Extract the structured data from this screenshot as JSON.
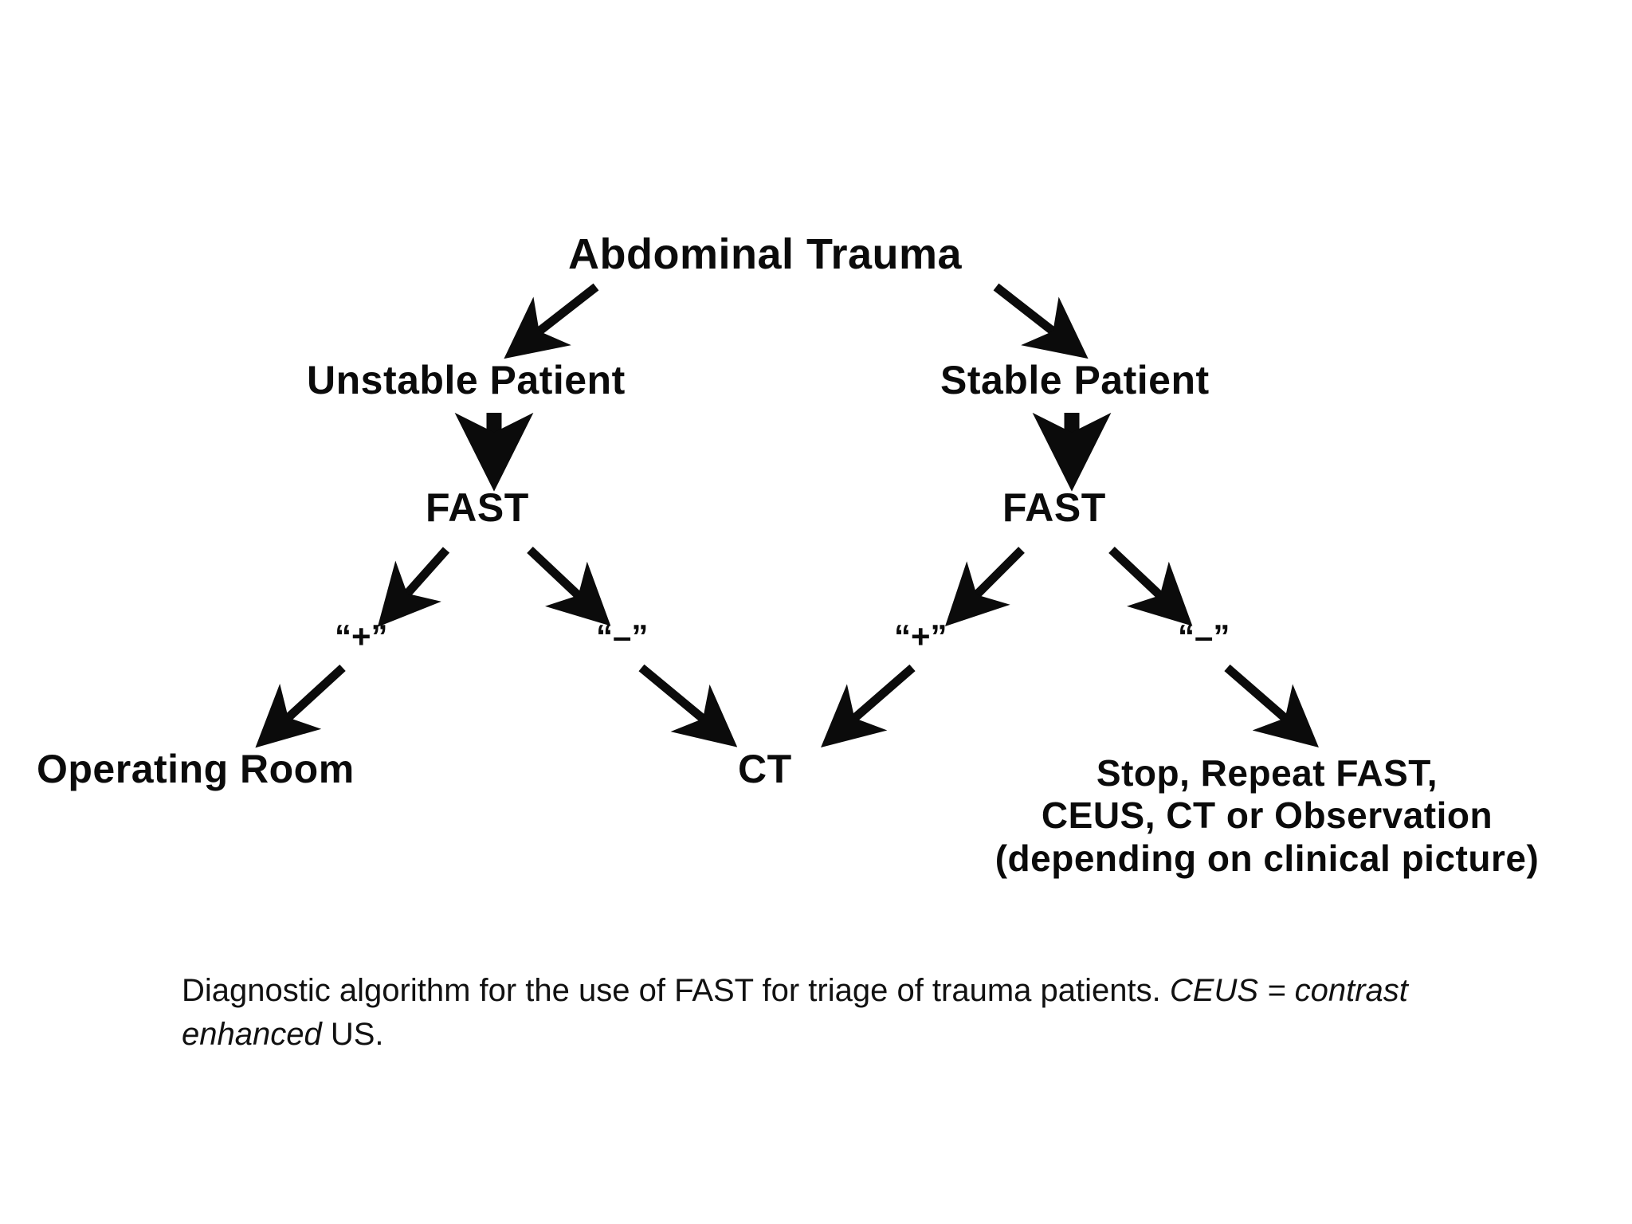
{
  "figure": {
    "title": "Abdominal Trauma",
    "nodes": {
      "root": "Abdominal Trauma",
      "unstable": "Unstable Patient",
      "stable": "Stable Patient",
      "fast_left": "FAST",
      "fast_right": "FAST",
      "operating_room": "Operating Room",
      "ct": "CT",
      "stop_repeat": {
        "line1": "Stop, Repeat FAST,",
        "line2": "CEUS, CT or Observation",
        "line3": "(depending on clinical picture)"
      }
    },
    "edge_labels": {
      "left_positive": "“+”",
      "left_negative": "“–”",
      "right_positive": "“+”",
      "right_negative": "“–”"
    },
    "colors": {
      "ink": "#0b0b0b",
      "background": "#ffffff"
    }
  },
  "caption": {
    "segment_1": "Diagnostic algorithm for the use of FAST for triage of trauma patients. ",
    "segment_2_italic": "CEUS = contrast enhanced",
    "segment_3": " US."
  }
}
